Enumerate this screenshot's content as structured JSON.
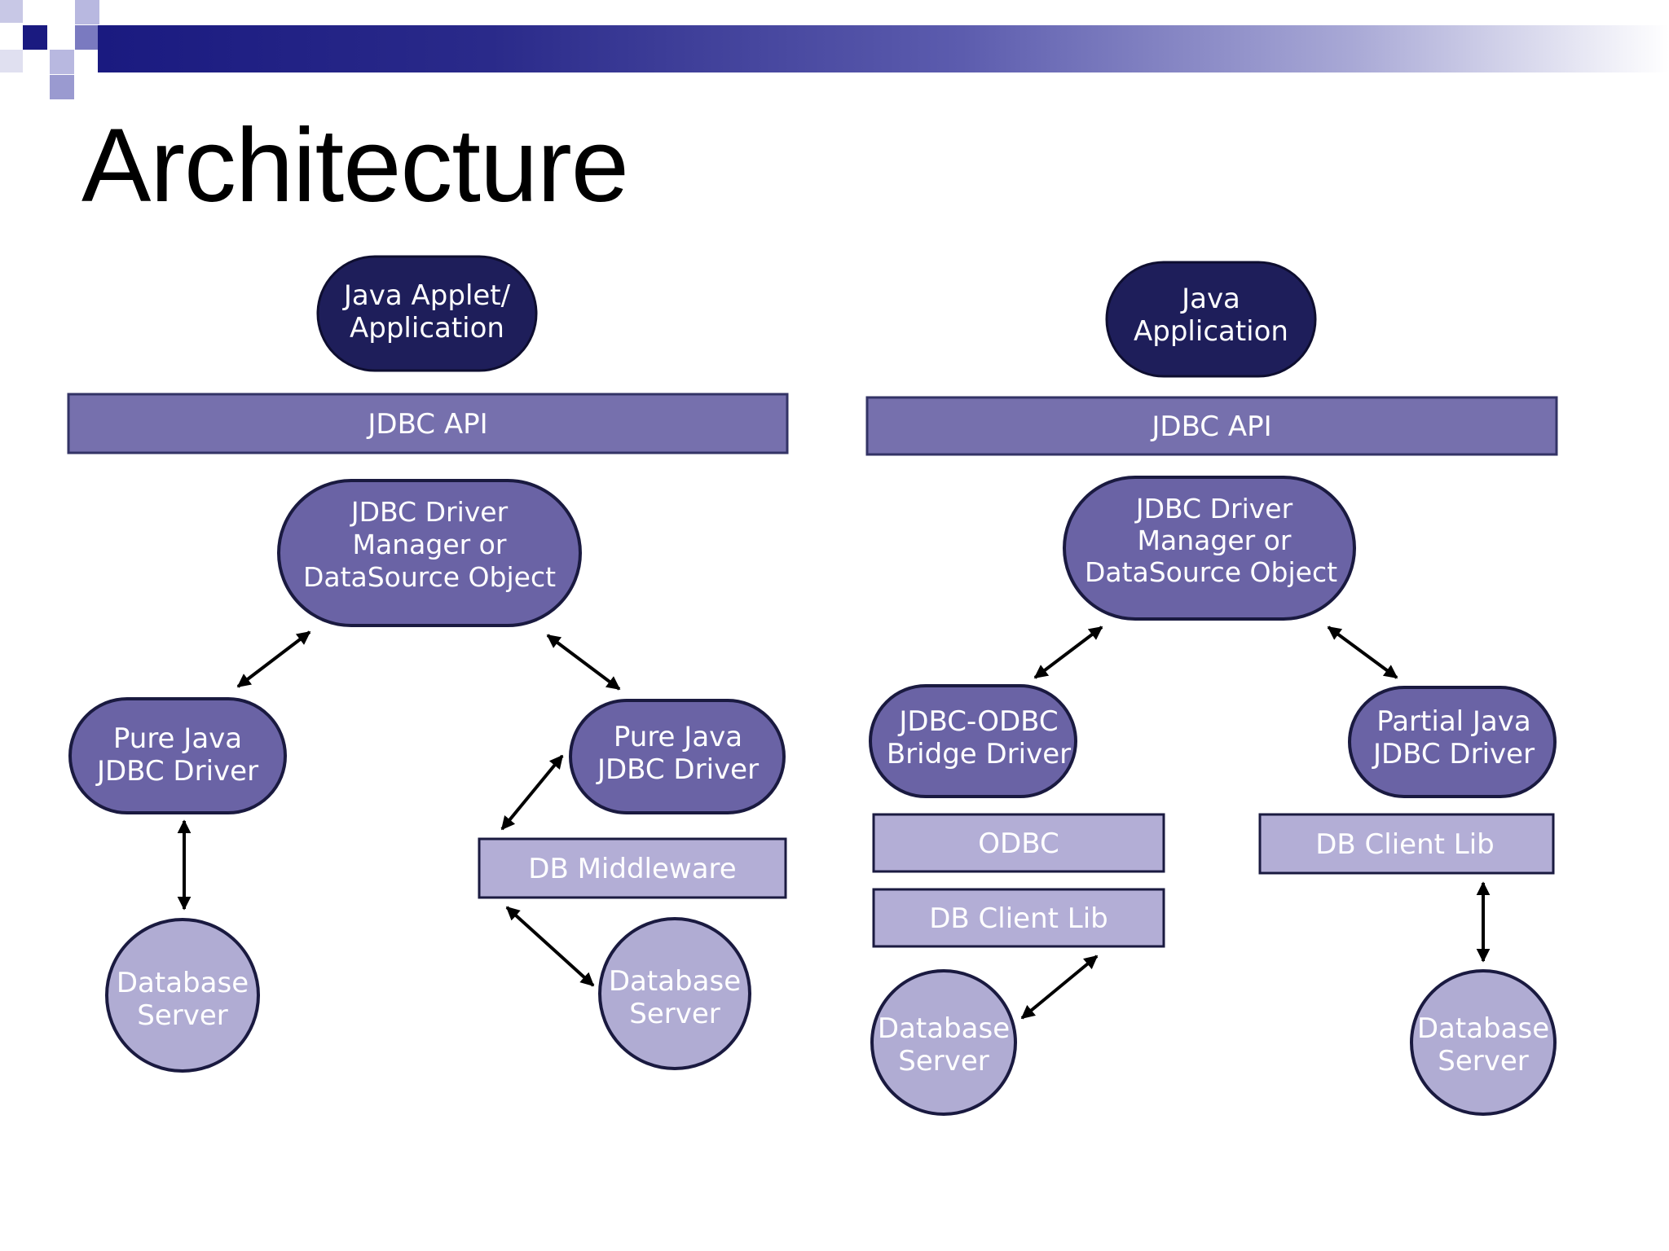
{
  "slide": {
    "title": "Architecture"
  },
  "colors": {
    "dark_node": "#1e1e5a",
    "medium_node": "#6a63a5",
    "api_bar": "#7670ad",
    "light_box": "#b3aed6",
    "database": "#b0acd3",
    "outline": "#1a1a40",
    "arrow": "#000000"
  },
  "left_diagram": {
    "application": [
      "Java Applet/",
      "Application"
    ],
    "api": "JDBC API",
    "manager": [
      "JDBC Driver",
      "Manager or",
      "DataSource Object"
    ],
    "driver_a": [
      "Pure Java",
      "JDBC Driver"
    ],
    "driver_b": [
      "Pure Java",
      "JDBC Driver"
    ],
    "middleware": "DB Middleware",
    "database_a": [
      "Database",
      "Server"
    ],
    "database_b": [
      "Database",
      "Server"
    ]
  },
  "right_diagram": {
    "application": [
      "Java",
      "Application"
    ],
    "api": "JDBC API",
    "manager": [
      "JDBC Driver",
      "Manager or",
      "DataSource Object"
    ],
    "bridge_driver": [
      "JDBC-ODBC",
      "Bridge Driver"
    ],
    "odbc": "ODBC",
    "client_lib_a": "DB Client Lib",
    "partial_driver": [
      "Partial Java",
      "JDBC Driver"
    ],
    "client_lib_b": "DB Client Lib",
    "database_a": [
      "Database",
      "Server"
    ],
    "database_b": [
      "Database",
      "Server"
    ]
  }
}
